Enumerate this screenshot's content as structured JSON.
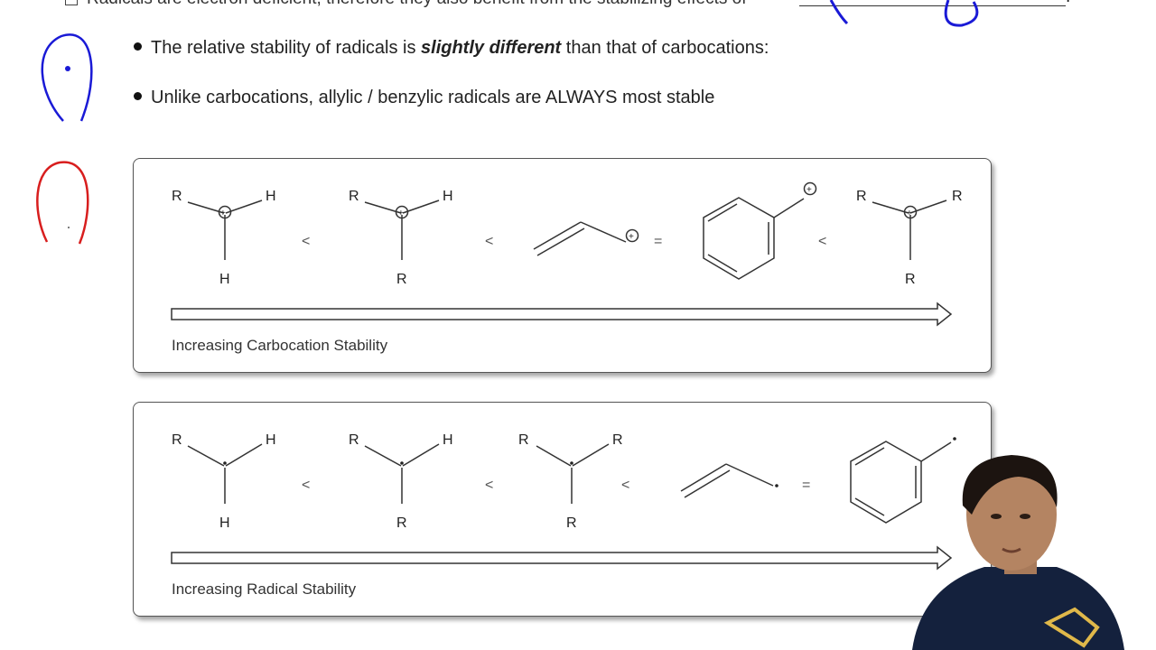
{
  "header": {
    "cut_line": "Radicals are electron deficient, therefore they also benefit from the stabilizing effects of",
    "end_mark": "."
  },
  "bullets": {
    "b1_pre": "The relative stability of radicals is ",
    "b1_em": "slightly different",
    "b1_post": " than that of carbocations:",
    "b2": "Unlike carbocations, allylic / benzylic radicals are ALWAYS most stable"
  },
  "carbocation_panel": {
    "label": "Increasing Carbocation Stability",
    "charge_symbol": "⊕",
    "structures": [
      {
        "top_left": "R",
        "top_right": "H",
        "bottom": "H"
      },
      {
        "top_left": "R",
        "top_right": "H",
        "bottom": "R"
      },
      {
        "type": "allylic"
      },
      {
        "type": "benzylic"
      },
      {
        "top_left": "R",
        "top_right": "R",
        "bottom": "R"
      }
    ],
    "operators": [
      "<",
      "<",
      "=",
      "<"
    ]
  },
  "radical_panel": {
    "label": "Increasing Radical Stability",
    "structures": [
      {
        "top_left": "R",
        "top_right": "H",
        "bottom": "H"
      },
      {
        "top_left": "R",
        "top_right": "H",
        "bottom": "R"
      },
      {
        "top_left": "R",
        "top_right": "R",
        "bottom": "R"
      },
      {
        "type": "allylic"
      },
      {
        "type": "benzylic"
      }
    ],
    "operators": [
      "<",
      "<",
      "<",
      "="
    ]
  },
  "colors": {
    "blue_ink": "#1a1ad6",
    "red_ink": "#d81e1e",
    "shirt": "#14213d"
  }
}
